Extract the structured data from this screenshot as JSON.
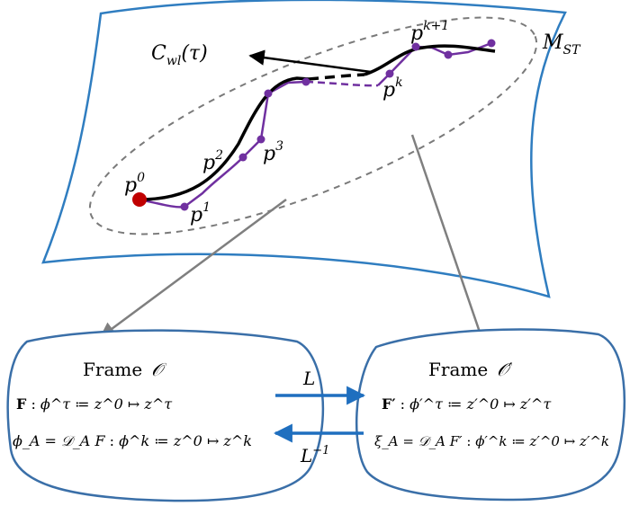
{
  "manifold": {
    "label": "M",
    "label_sub": "ST",
    "colors": {
      "outline": "#2f7dc0",
      "ellipse": "#7a7a7a",
      "points": "#7030a0",
      "origin": "#c00000",
      "frame_border": "#3a6fa8",
      "arrow_blue": "#1f6fbf",
      "arrow_gray": "#7f7f7f"
    }
  },
  "worldline": {
    "label": "C",
    "label_sub": "wl",
    "label_arg": "(τ)"
  },
  "points": {
    "p0": {
      "base": "p",
      "sup": "0"
    },
    "p1": {
      "base": "p",
      "sup": "1"
    },
    "p2": {
      "base": "p",
      "sup": "2"
    },
    "p3": {
      "base": "p",
      "sup": "3"
    },
    "pk": {
      "base": "p",
      "sup": "k"
    },
    "pk1": {
      "base": "p",
      "sup": "k+1"
    }
  },
  "frame_o": {
    "title": "Frame",
    "symbol": "𝒪",
    "line1_lhs": "F",
    "line1_sep": " :   ",
    "line1_rhs": "ϕ^τ ≔ z^0 ↦ z^τ",
    "line2_lhs": "ϕ_A = 𝒟_A F",
    "line2_sep": " :  ",
    "line2_rhs": "ϕ^k ≔ z^0 ↦ z^k"
  },
  "frame_o_prime": {
    "title": "Frame",
    "symbol": "𝒪′",
    "line1_lhs": "F′",
    "line1_sep": " :   ",
    "line1_rhs": "ϕ′^τ ≔ z′^0 ↦ z′^τ",
    "line2_lhs": "ξ_A = 𝒟_A F′",
    "line2_sep": " :  ",
    "line2_rhs": "ϕ′^k ≔ z′^0 ↦ z′^k"
  },
  "transform": {
    "forward": "L",
    "inverse_base": "L",
    "inverse_sup": "−1"
  }
}
